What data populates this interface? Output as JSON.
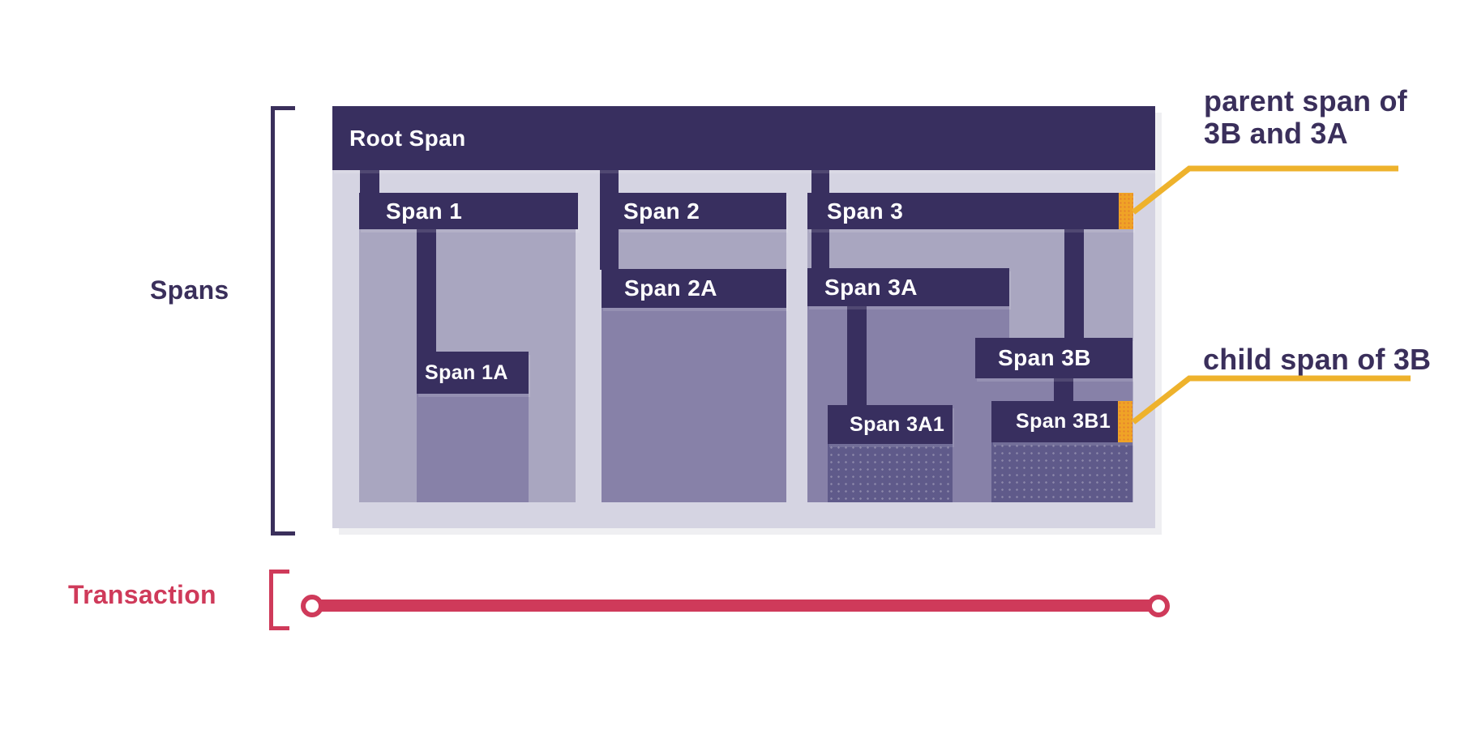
{
  "labels": {
    "spans": "Spans",
    "transaction": "Transaction"
  },
  "spans": {
    "root": {
      "label": "Root Span"
    },
    "s1": {
      "label": "Span 1"
    },
    "s1a": {
      "label": "Span 1A"
    },
    "s2": {
      "label": "Span 2"
    },
    "s2a": {
      "label": "Span 2A"
    },
    "s3": {
      "label": "Span 3"
    },
    "s3a": {
      "label": "Span 3A"
    },
    "s3a1": {
      "label": "Span 3A1"
    },
    "s3b": {
      "label": "Span 3B"
    },
    "s3b1": {
      "label": "Span 3B1"
    }
  },
  "annotations": {
    "parent_span": {
      "line1": "parent span of",
      "line2": "3B and 3A"
    },
    "child_span": {
      "text": "child span of 3B"
    }
  },
  "colors": {
    "bar_navy": "#382f5f",
    "container_lavender": "#d5d4e2",
    "duration_light": "#a9a6c0",
    "duration_medium": "#8781a8",
    "duration_dark": "#5f5a8a",
    "highlight_orange": "#f0a326",
    "annotation_yellow": "#eeb22c",
    "transaction_red": "#cf3a5a",
    "text_navy": "#3a2f5b"
  }
}
